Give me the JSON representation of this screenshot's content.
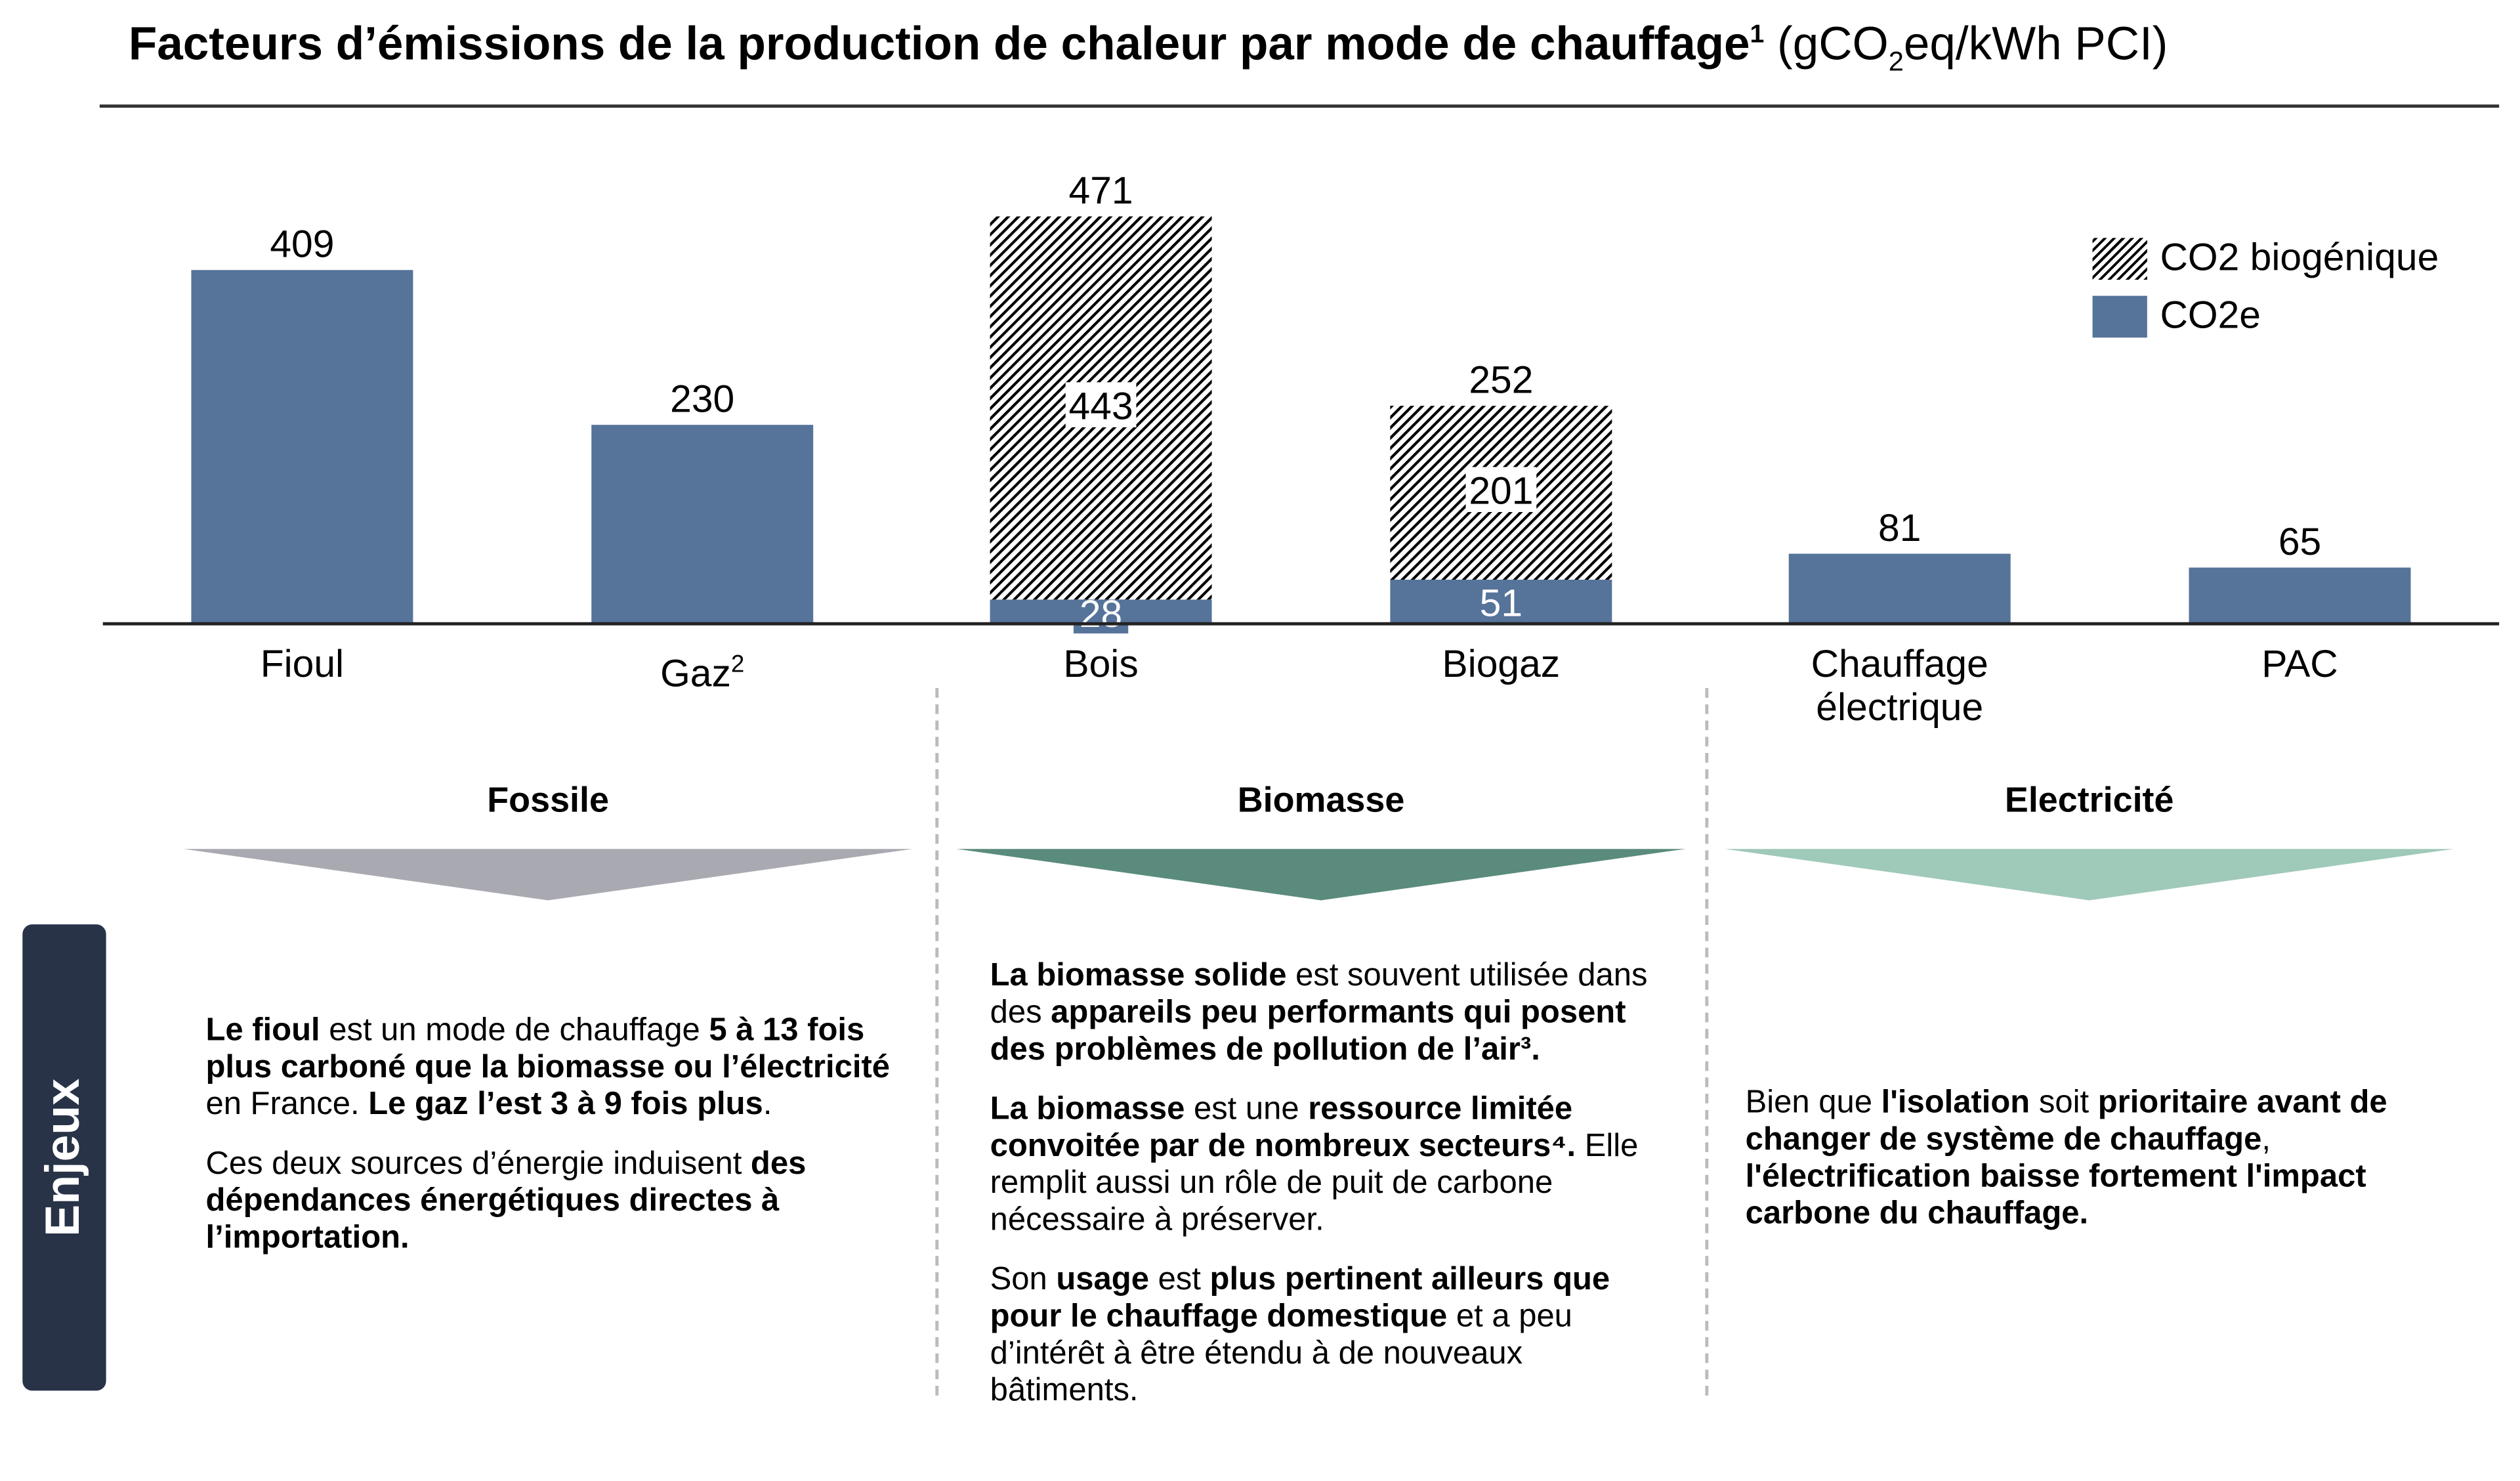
{
  "title": {
    "bold": "Facteurs d’émissions de la production de chaleur par mode de chauffage",
    "sup": "1",
    "unit_pre": " (gCO",
    "unit_sub": "2",
    "unit_post": "eq/kWh PCI)"
  },
  "chart_data": {
    "type": "bar",
    "stacked": true,
    "categories": [
      "Fioul",
      "Gaz",
      "Bois",
      "Biogaz",
      "Chauffage électrique",
      "PAC"
    ],
    "category_sups": [
      "",
      "2",
      "",
      "",
      "",
      ""
    ],
    "series": [
      {
        "name": "CO2e",
        "color": "#56739a",
        "values": [
          409,
          230,
          28,
          51,
          81,
          65
        ]
      },
      {
        "name": "CO2 biogénique",
        "pattern": "hatch",
        "values": [
          0,
          0,
          443,
          201,
          0,
          0
        ]
      }
    ],
    "totals": [
      409,
      230,
      471,
      252,
      81,
      65
    ],
    "legend": [
      "CO2 biogénique",
      "CO2e"
    ],
    "legend_position": "top-right",
    "ylim": [
      0,
      500
    ],
    "grid": false
  },
  "sections": [
    {
      "title": "Fossile",
      "color": "#a9aab1",
      "paragraphs": [
        [
          {
            "t": "Le fioul",
            "b": true
          },
          {
            "t": " est un mode de chauffage "
          },
          {
            "t": "5 à 13 fois plus carboné que la biomasse ou l’électricité",
            "b": true
          },
          {
            "t": " en France. "
          },
          {
            "t": "Le gaz l’est 3 à 9 fois plus",
            "b": true
          },
          {
            "t": "."
          }
        ],
        [
          {
            "t": "Ces deux sources d’énergie induisent "
          },
          {
            "t": "des dépendances énergétiques directes à l’importation.",
            "b": true
          }
        ]
      ]
    },
    {
      "title": "Biomasse",
      "color": "#5a8b7c",
      "paragraphs": [
        [
          {
            "t": "La biomasse solide",
            "b": true
          },
          {
            "t": " est souvent utilisée dans des "
          },
          {
            "t": "appareils peu performants qui posent des problèmes de pollution de l’air³.",
            "b": true
          }
        ],
        [
          {
            "t": "La biomasse",
            "b": true
          },
          {
            "t": " est une "
          },
          {
            "t": "ressource limitée convoitée par de nombreux secteurs⁴.",
            "b": true
          },
          {
            "t": " Elle remplit aussi un rôle de puit de carbone nécessaire à préserver."
          }
        ],
        [
          {
            "t": "Son "
          },
          {
            "t": "usage",
            "b": true
          },
          {
            "t": " est "
          },
          {
            "t": "plus pertinent ailleurs que pour le chauffage domestique",
            "b": true
          },
          {
            "t": " et a peu d’intérêt à être étendu à de nouveaux bâtiments."
          }
        ]
      ]
    },
    {
      "title": "Electricité",
      "color": "#9fc9b8",
      "paragraphs": [
        [
          {
            "t": "Bien que "
          },
          {
            "t": "l'isolation",
            "b": true
          },
          {
            "t": " soit "
          },
          {
            "t": "prioritaire avant de changer de système de chauffage",
            "b": true
          },
          {
            "t": ", "
          },
          {
            "t": "l'électrification baisse fortement l'impact carbone du chauffage.",
            "b": true
          }
        ]
      ]
    }
  ],
  "side_label": "Enjeux"
}
